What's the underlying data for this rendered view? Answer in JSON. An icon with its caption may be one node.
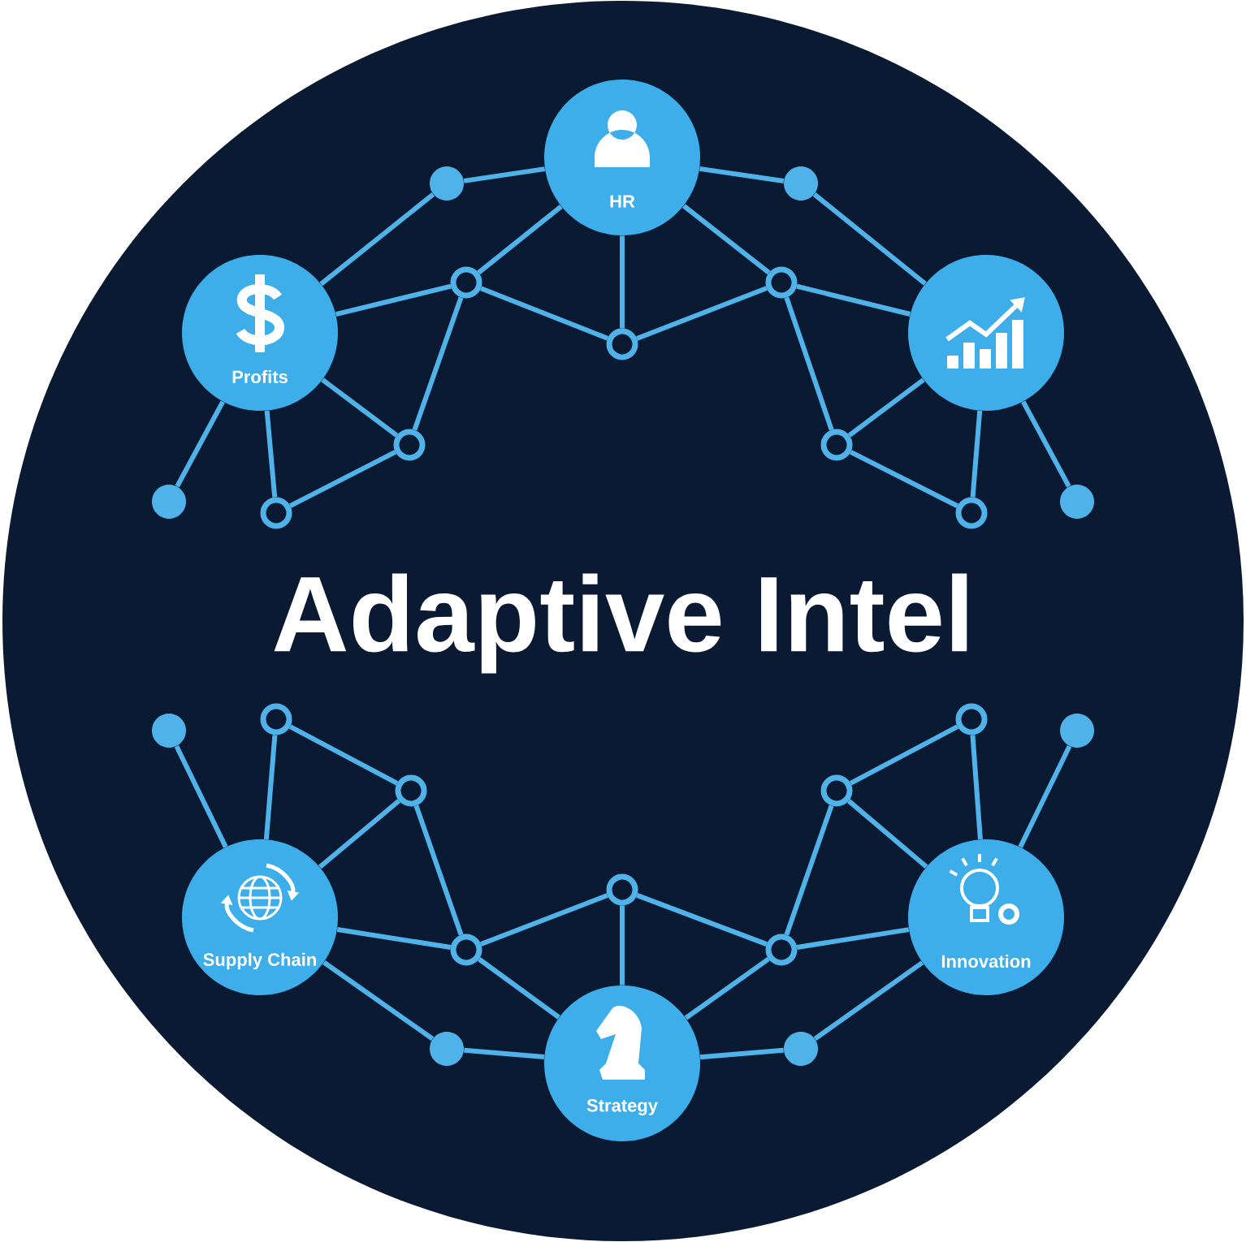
{
  "diagram": {
    "title": "Adaptive Intel",
    "nodes": [
      {
        "text": [
          "HR"
        ]
      },
      {
        "text": [],
        "shape": "dot"
      },
      {
        "text": [],
        "shape": "dot"
      },
      {
        "text": [],
        "shape": "ring"
      },
      {
        "text": [],
        "shape": "ring"
      },
      {
        "text": [
          "Profits"
        ]
      },
      {
        "text": [],
        "shape": "circle"
      },
      {
        "text": [],
        "shape": "ring"
      },
      {
        "text": [],
        "shape": "ring"
      },
      {
        "text": [],
        "shape": "ring"
      },
      {
        "text": [],
        "shape": "dot"
      },
      {
        "text": [],
        "shape": "dot"
      },
      {
        "text": [],
        "shape": "ring"
      },
      {
        "text": [],
        "shape": "ring"
      },
      {
        "text": [],
        "shape": "ring"
      },
      {
        "text": [],
        "shape": "ring"
      },
      {
        "text": [],
        "shape": "dot"
      },
      {
        "text": [],
        "shape": "dot"
      },
      {
        "text": [],
        "shape": "ring"
      },
      {
        "text": [],
        "shape": "ring"
      },
      {
        "text": [],
        "shape": "ring"
      },
      {
        "text": [
          "Supply Chain"
        ]
      },
      {
        "text": [
          "Innovation"
        ]
      },
      {
        "text": [],
        "shape": "ring"
      },
      {
        "text": [],
        "shape": "ring"
      },
      {
        "text": [],
        "shape": "dot"
      },
      {
        "text": [],
        "shape": "dot"
      },
      {
        "text": [
          "Strategy"
        ]
      }
    ],
    "edges": [
      {
        "from": 5,
        "to": 1,
        "arrow": "none"
      },
      {
        "from": 1,
        "to": 0,
        "arrow": "none"
      },
      {
        "from": 0,
        "to": 2,
        "arrow": "none"
      },
      {
        "from": 2,
        "to": 6,
        "arrow": "none"
      },
      {
        "from": 0,
        "to": 3,
        "arrow": "none"
      },
      {
        "from": 0,
        "to": 7,
        "arrow": "none"
      },
      {
        "from": 0,
        "to": 4,
        "arrow": "none"
      },
      {
        "from": 3,
        "to": 7,
        "arrow": "none"
      },
      {
        "from": 7,
        "to": 4,
        "arrow": "none"
      },
      {
        "from": 5,
        "to": 3,
        "arrow": "none"
      },
      {
        "from": 6,
        "to": 4,
        "arrow": "none"
      },
      {
        "from": 3,
        "to": 8,
        "arrow": "none"
      },
      {
        "from": 4,
        "to": 9,
        "arrow": "none"
      },
      {
        "from": 5,
        "to": 8,
        "arrow": "none"
      },
      {
        "from": 6,
        "to": 9,
        "arrow": "none"
      },
      {
        "from": 8,
        "to": 12,
        "arrow": "none"
      },
      {
        "from": 9,
        "to": 13,
        "arrow": "none"
      },
      {
        "from": 5,
        "to": 12,
        "arrow": "none"
      },
      {
        "from": 6,
        "to": 13,
        "arrow": "none"
      },
      {
        "from": 5,
        "to": 10,
        "arrow": "none"
      },
      {
        "from": 6,
        "to": 11,
        "arrow": "none"
      },
      {
        "from": 21,
        "to": 16,
        "arrow": "none"
      },
      {
        "from": 21,
        "to": 14,
        "arrow": "none"
      },
      {
        "from": 14,
        "to": 18,
        "arrow": "none"
      },
      {
        "from": 21,
        "to": 18,
        "arrow": "none"
      },
      {
        "from": 18,
        "to": 23,
        "arrow": "none"
      },
      {
        "from": 21,
        "to": 23,
        "arrow": "none"
      },
      {
        "from": 23,
        "to": 20,
        "arrow": "none"
      },
      {
        "from": 20,
        "to": 27,
        "arrow": "none"
      },
      {
        "from": 23,
        "to": 27,
        "arrow": "none"
      },
      {
        "from": 20,
        "to": 24,
        "arrow": "none"
      },
      {
        "from": 24,
        "to": 27,
        "arrow": "none"
      },
      {
        "from": 24,
        "to": 19,
        "arrow": "none"
      },
      {
        "from": 19,
        "to": 15,
        "arrow": "none"
      },
      {
        "from": 22,
        "to": 19,
        "arrow": "none"
      },
      {
        "from": 22,
        "to": 15,
        "arrow": "none"
      },
      {
        "from": 22,
        "to": 17,
        "arrow": "none"
      },
      {
        "from": 22,
        "to": 24,
        "arrow": "none"
      },
      {
        "from": 21,
        "to": 25,
        "arrow": "none"
      },
      {
        "from": 25,
        "to": 27,
        "arrow": "none"
      },
      {
        "from": 27,
        "to": 26,
        "arrow": "none"
      },
      {
        "from": 26,
        "to": 22,
        "arrow": "none"
      }
    ]
  }
}
